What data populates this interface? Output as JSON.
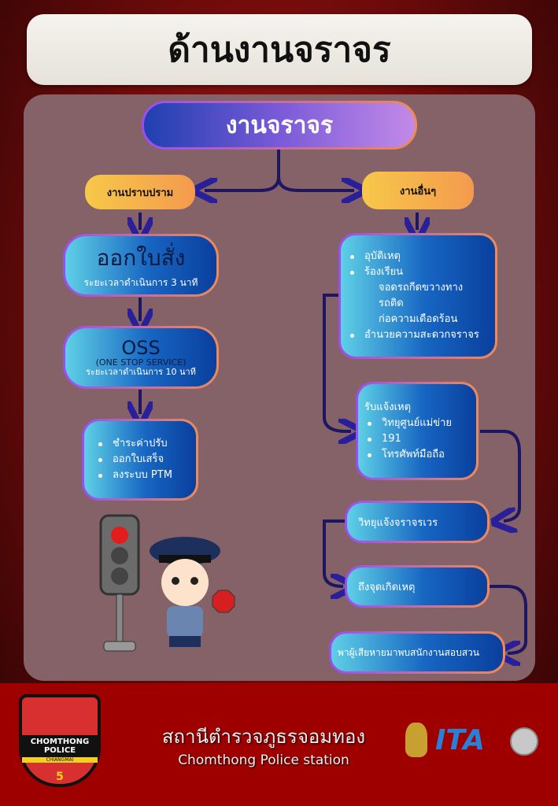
{
  "title": "ด้านงานจราจร",
  "main_node": "งานจราจร",
  "left": {
    "label": "งานปราบปราม",
    "ticket": {
      "title": "ออกใบสั่ง",
      "subtitle": "ระยะเวลาดำเนินการ 3 นาที"
    },
    "oss": {
      "title": "OSS",
      "subtitle1": "(ONE STOP SERVICE)",
      "subtitle2": "ระยะเวลาดำเนินการ 10 นาที"
    },
    "steps": [
      "ชำระค่าปรับ",
      "ออกใบเสร็จ",
      "ลงระบบ PTM"
    ]
  },
  "right": {
    "label": "งานอื่นๆ",
    "items": [
      "อุบัติเหตุ",
      "ร้องเรียน",
      "จอดรถกีดขวางทาง",
      "รถติด",
      "ก่อความเดือดร้อน",
      "อำนวยความสะดวกจราจร"
    ],
    "report": {
      "title": "รับแจ้งเหตุ",
      "items": [
        "วิทยุศูนย์แม่ข่าย",
        "191",
        "โทรศัพท์มือถือ"
      ]
    },
    "radio": "วิทยุแจ้งจราจรเวร",
    "arrive": "ถึงจุดเกิดเหตุ",
    "victim": "พาผู้เสียหายมาพบสนักงานสอบสวน"
  },
  "footer": {
    "badge_text": "CHOMTHONG POLICE",
    "badge_sub": "CHIANGMAI",
    "badge_num": "5",
    "station_th": "สถานีตำรวจภูธรจอมทอง",
    "station_en": "Chomthong Police station",
    "ita": "ITA"
  },
  "colors": {
    "accent": "#1766c2",
    "footer": "#9e0000",
    "panel": "#846268"
  }
}
